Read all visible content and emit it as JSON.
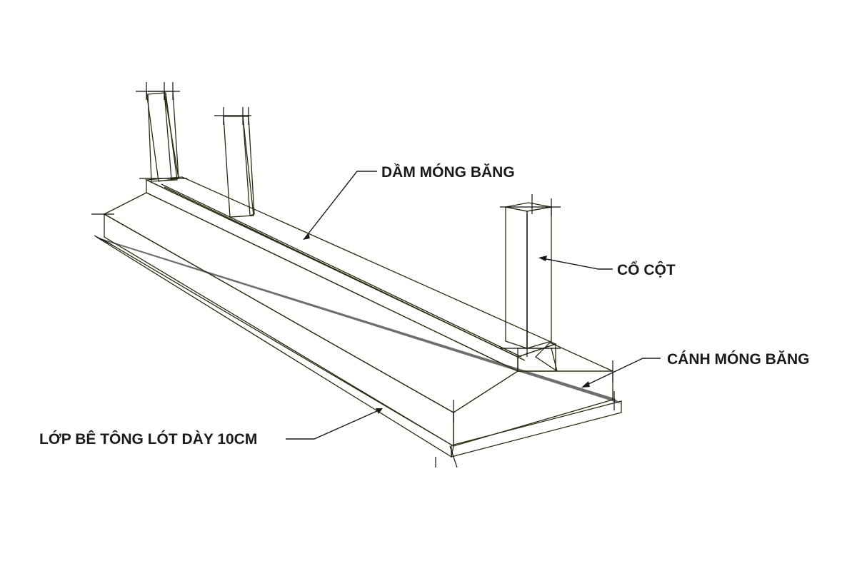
{
  "labels": {
    "beam": "DẦM MÓNG BĂNG",
    "column_neck": "CỔ CỘT",
    "footing_wing": "CÁNH MÓNG BĂNG",
    "lean_concrete": "LỚP BÊ TÔNG LÓT DÀY 10CM"
  },
  "colors": {
    "background": "#ffffff",
    "footing_top": "#c8c400",
    "footing_front": "#cccc00",
    "footing_end": "#ffff10",
    "beam_top": "#9a9a00",
    "column_face": "#ee1010",
    "column_side": "#c40808",
    "lean_concrete": "#8c8c8c"
  }
}
